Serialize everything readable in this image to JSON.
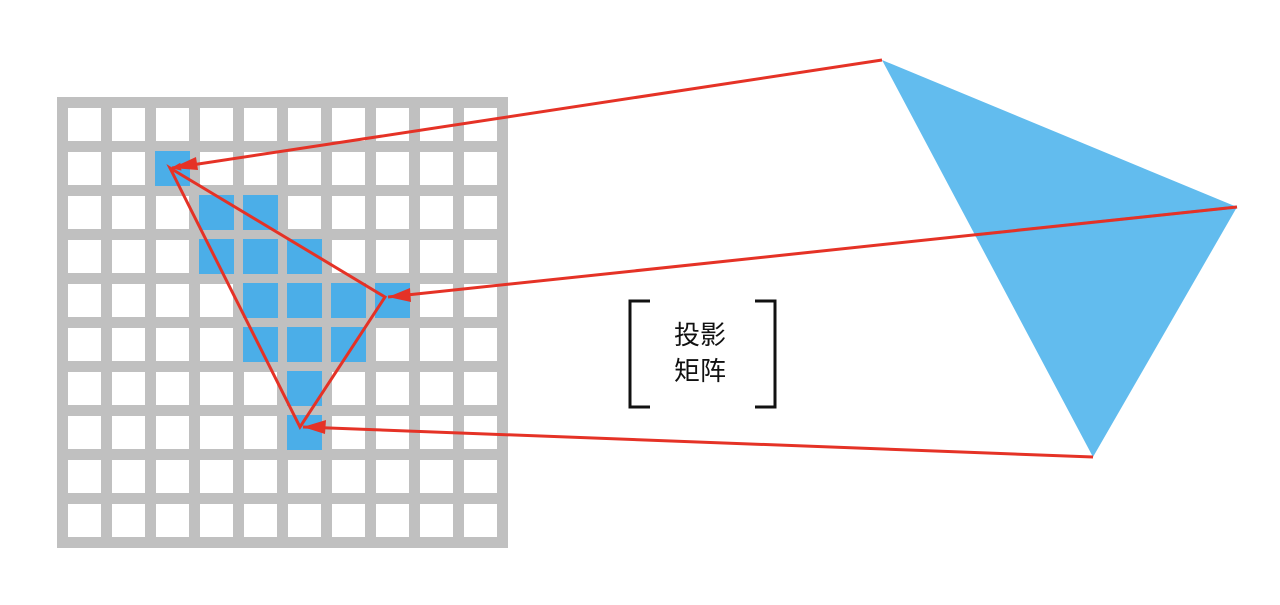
{
  "diagram": {
    "matrix_label_line1": "投影",
    "matrix_label_line2": "矩阵",
    "grid_size": 10,
    "filled_cells": [
      [
        2,
        1
      ],
      [
        3,
        2
      ],
      [
        4,
        2
      ],
      [
        3,
        3
      ],
      [
        4,
        3
      ],
      [
        5,
        3
      ],
      [
        4,
        4
      ],
      [
        5,
        4
      ],
      [
        6,
        4
      ],
      [
        7,
        4
      ],
      [
        4,
        5
      ],
      [
        5,
        5
      ],
      [
        6,
        5
      ],
      [
        5,
        6
      ],
      [
        5,
        7
      ]
    ],
    "colors": {
      "grid": "#c0c0c0",
      "cell_fill": "#4baee8",
      "triangle": "#62bcee",
      "arrow": "#e53226",
      "edge": "#5a8fc8"
    }
  }
}
